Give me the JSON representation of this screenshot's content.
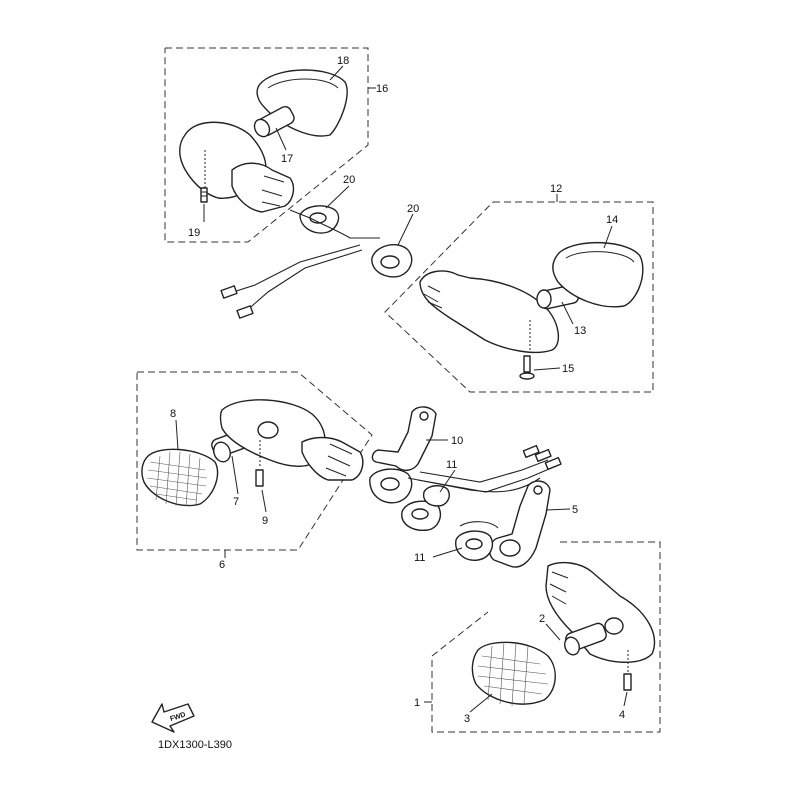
{
  "diagram_code": "1DX1300-L390",
  "fwd_label": "FWD",
  "callouts": {
    "c1": "1",
    "c2": "2",
    "c3": "3",
    "c4": "4",
    "c5": "5",
    "c6": "6",
    "c7": "7",
    "c8": "8",
    "c9": "9",
    "c10": "10",
    "c11a": "11",
    "c11b": "11",
    "c12": "12",
    "c13": "13",
    "c14": "14",
    "c15": "15",
    "c16": "16",
    "c17": "17",
    "c18": "18",
    "c19": "19",
    "c20a": "20",
    "c20b": "20"
  }
}
